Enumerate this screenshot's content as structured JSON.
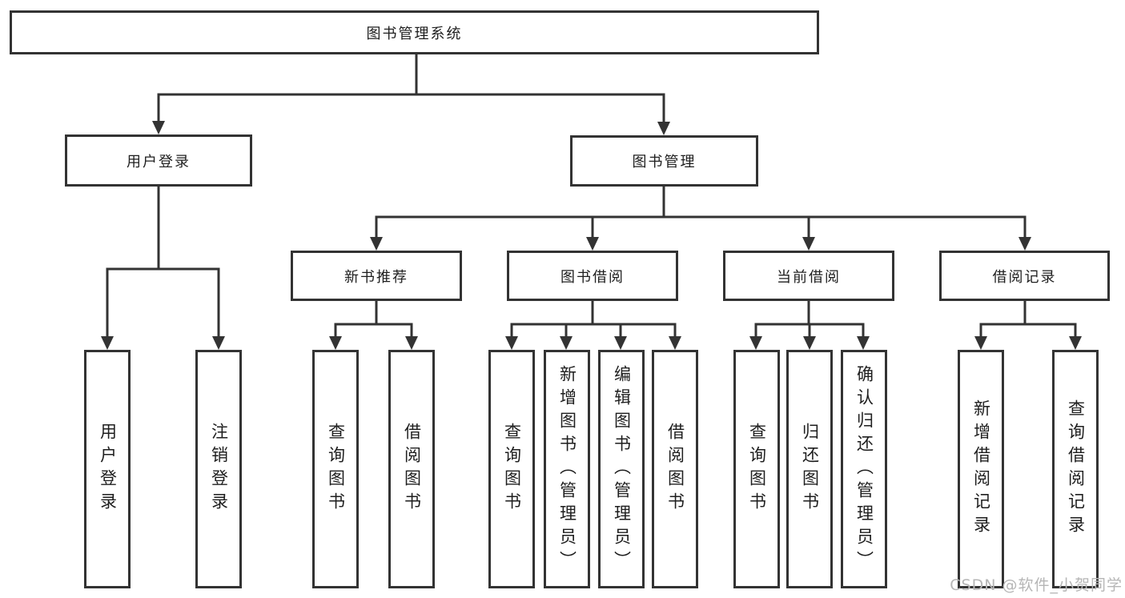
{
  "nodes": {
    "root": {
      "label": "图书管理系统"
    },
    "user_login": {
      "label": "用户登录"
    },
    "book_mgmt": {
      "label": "图书管理"
    },
    "new_book_rec": {
      "label": "新书推荐"
    },
    "book_borrow": {
      "label": "图书借阅"
    },
    "current_borrow": {
      "label": "当前借阅"
    },
    "borrow_records": {
      "label": "借阅记录"
    },
    "l_user_login": {
      "label": "用户登录"
    },
    "l_logout": {
      "label": "注销登录"
    },
    "l_query1": {
      "label": "查询图书"
    },
    "l_borrow1": {
      "label": "借阅图书"
    },
    "l_query2": {
      "label": "查询图书"
    },
    "l_add_book": {
      "label": "新增图书（管理员）"
    },
    "l_edit_book": {
      "label": "编辑图书（管理员）"
    },
    "l_borrow2": {
      "label": "借阅图书"
    },
    "l_query3": {
      "label": "查询图书"
    },
    "l_return": {
      "label": "归还图书"
    },
    "l_confirm": {
      "label": "确认归还（管理员）"
    },
    "l_add_record": {
      "label": "新增借阅记录"
    },
    "l_query_record": {
      "label": "查询借阅记录"
    }
  },
  "hierarchy": [
    {
      "parent": "图书管理系统",
      "children": [
        "用户登录",
        "图书管理"
      ]
    },
    {
      "parent": "用户登录",
      "children": [
        "用户登录",
        "注销登录"
      ]
    },
    {
      "parent": "图书管理",
      "children": [
        "新书推荐",
        "图书借阅",
        "当前借阅",
        "借阅记录"
      ]
    },
    {
      "parent": "新书推荐",
      "children": [
        "查询图书",
        "借阅图书"
      ]
    },
    {
      "parent": "图书借阅",
      "children": [
        "查询图书",
        "新增图书（管理员）",
        "编辑图书（管理员）",
        "借阅图书"
      ]
    },
    {
      "parent": "当前借阅",
      "children": [
        "查询图书",
        "归还图书",
        "确认归还（管理员）"
      ]
    },
    {
      "parent": "借阅记录",
      "children": [
        "新增借阅记录",
        "查询借阅记录"
      ]
    }
  ],
  "watermark": {
    "text": "CSDN @软件_小贺同学"
  },
  "colors": {
    "line": "#333333",
    "text": "#1e1e1e",
    "background": "#ffffff",
    "watermark": "#b6b6b6"
  }
}
